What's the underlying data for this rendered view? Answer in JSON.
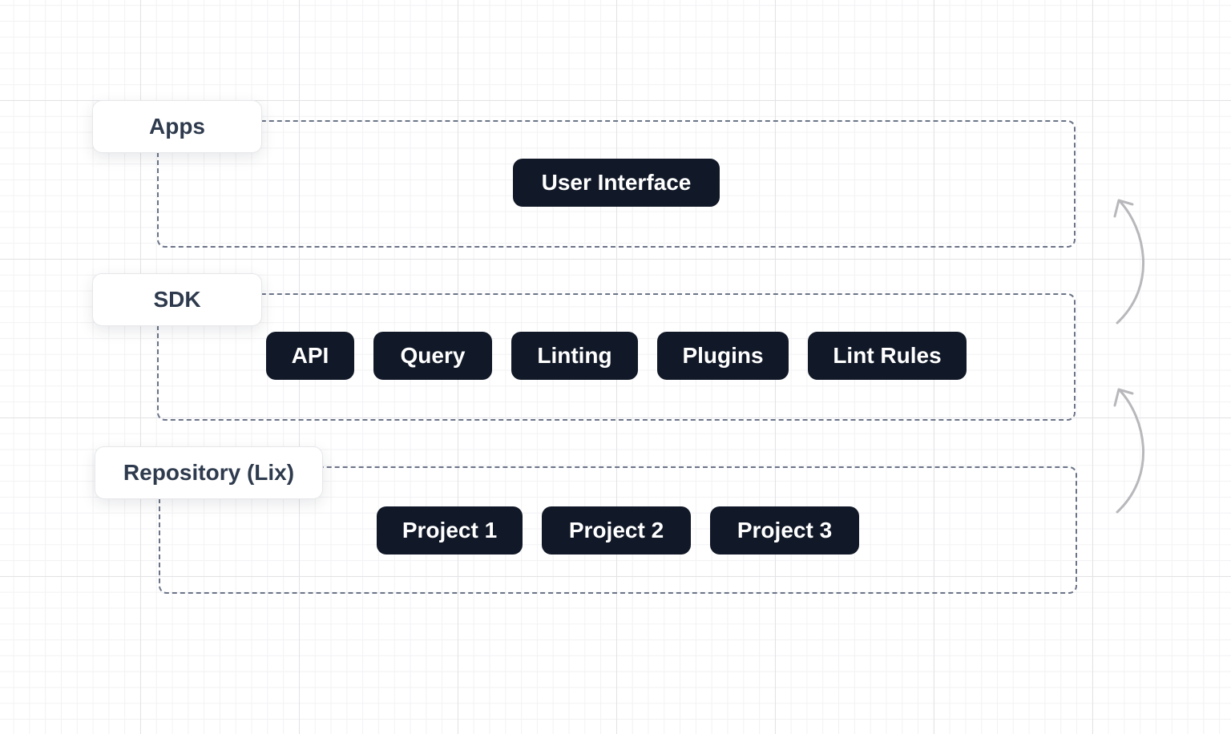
{
  "layers": {
    "apps": {
      "label": "Apps",
      "items": [
        "User Interface"
      ]
    },
    "sdk": {
      "label": "SDK",
      "items": [
        "API",
        "Query",
        "Linting",
        "Plugins",
        "Lint Rules"
      ]
    },
    "repository": {
      "label": "Repository (Lix)",
      "items": [
        "Project 1",
        "Project 2",
        "Project 3"
      ]
    }
  },
  "colors": {
    "chip_background": "#111827",
    "chip_text": "#ffffff",
    "dashed_border": "#6b7487",
    "label_text": "#2e3a4d",
    "arrow": "#b8b8bc",
    "grid_major": "#e3e3e6",
    "grid_minor": "#f2f2f4"
  },
  "icons": [
    "arrow-up-curved-icon",
    "arrow-up-curved-icon"
  ]
}
